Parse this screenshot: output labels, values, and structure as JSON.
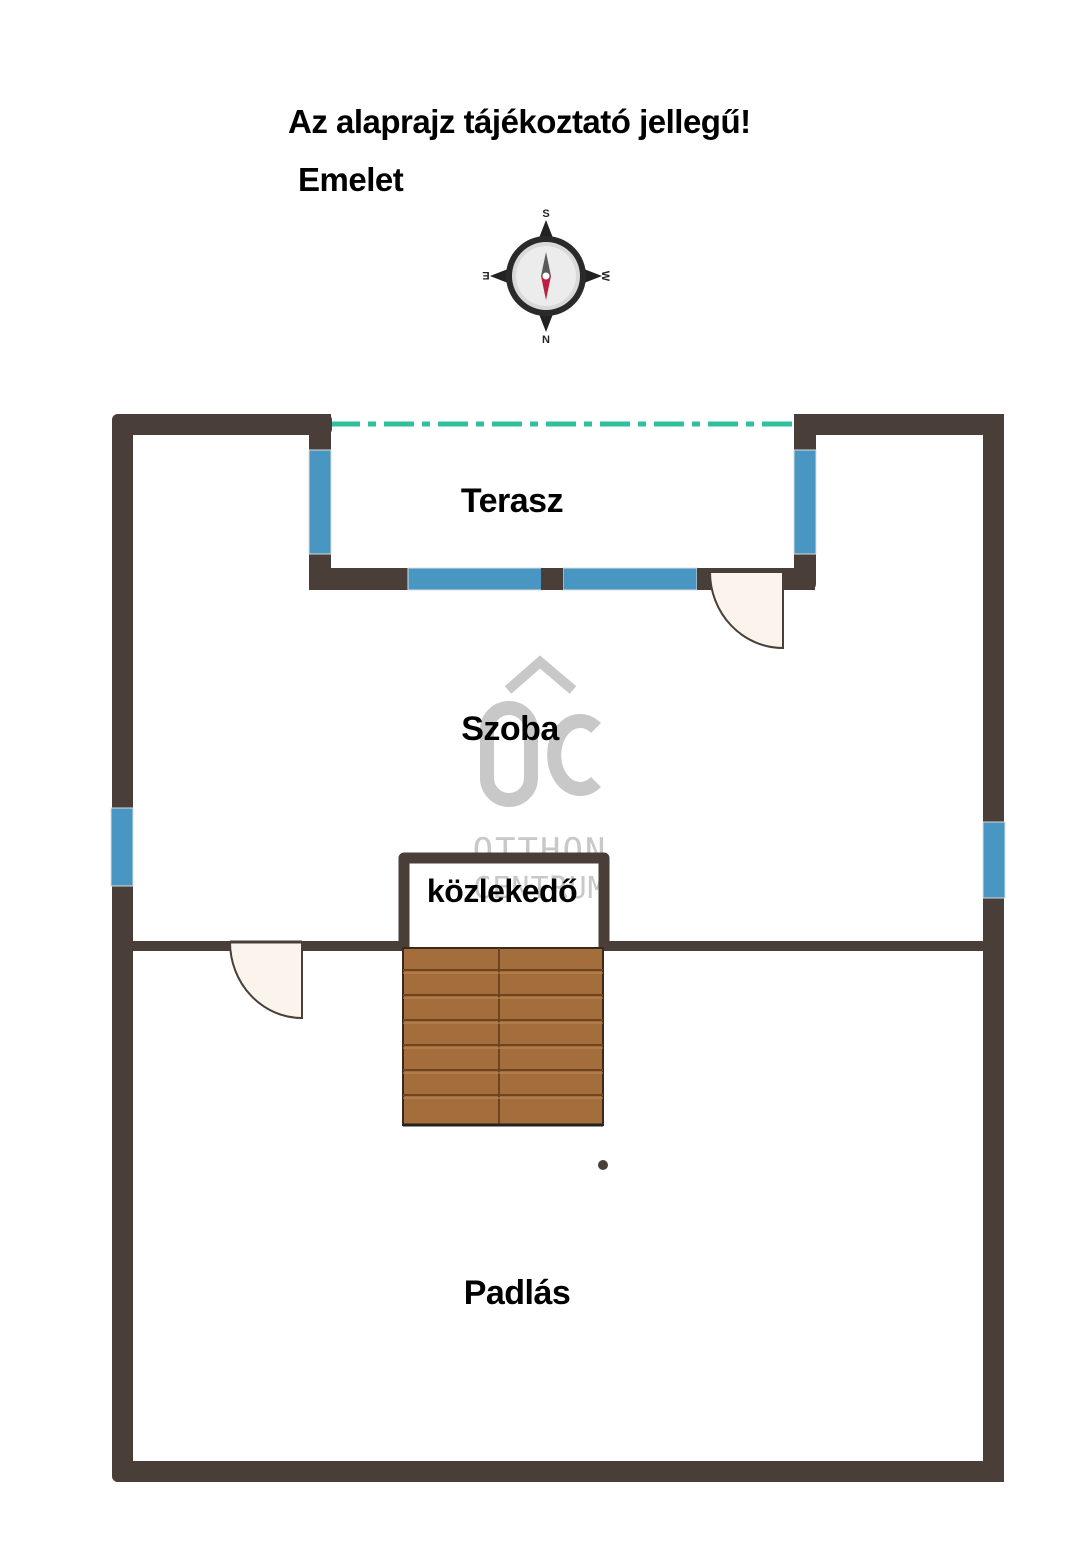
{
  "header": {
    "disclaimer": "Az alaprajz tájékoztató jellegű!",
    "floor_name": "Emelet"
  },
  "compass": {
    "icon": "compass-rose-icon",
    "top_letter": "S",
    "bottom_letter": "N",
    "left_letter": "E",
    "right_letter": "W",
    "needle_colors": [
      "#bd1f43",
      "#5a5a5a"
    ]
  },
  "rooms": {
    "terrace": "Terasz",
    "room": "Szoba",
    "hallway": "közlekedő",
    "attic": "Padlás"
  },
  "watermark": {
    "monogram": "OC",
    "brand_line1": "OTTHON",
    "brand_line2": "CENTRUM"
  },
  "colors": {
    "wall": "#4a3f38",
    "window": "#4a96c2",
    "door_fill": "#fbf4ec",
    "stairs": "#a36d3c",
    "terrace_railing": "#2fbf9a"
  }
}
